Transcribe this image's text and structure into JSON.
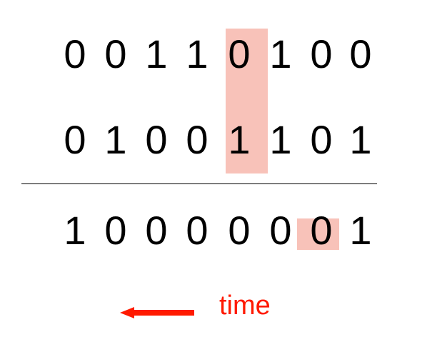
{
  "rows": {
    "first_operand": [
      "0",
      "0",
      "1",
      "1",
      "0",
      "1",
      "0",
      "0"
    ],
    "second_operand": [
      "0",
      "1",
      "0",
      "0",
      "1",
      "1",
      "0",
      "1"
    ],
    "result": [
      "1",
      "0",
      "0",
      "0",
      "0",
      "0",
      "0",
      "1"
    ]
  },
  "time_label": "time",
  "colors": {
    "highlight": "#f8c2b9",
    "accent": "#ff1a00",
    "text": "#000000"
  },
  "icons": {
    "direction": "left-arrow-icon"
  }
}
